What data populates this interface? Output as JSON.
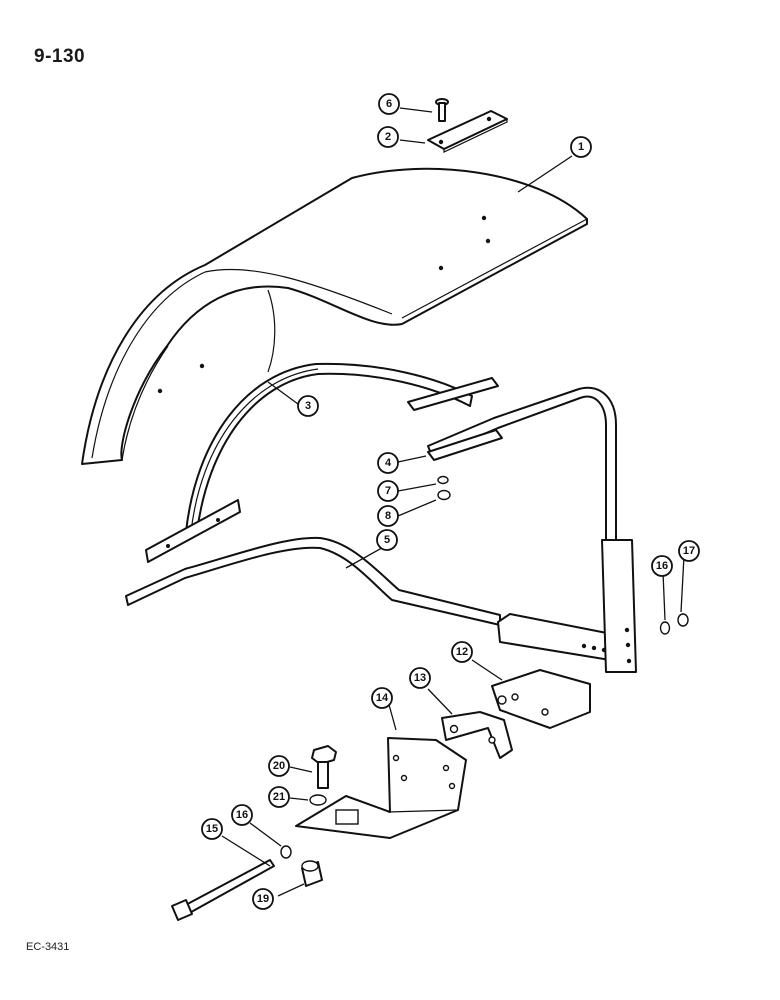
{
  "page_number": "9-130",
  "figure_code": "EC-3431",
  "callouts": [
    {
      "id": "c1",
      "label": "1"
    },
    {
      "id": "c2",
      "label": "2"
    },
    {
      "id": "c3",
      "label": "3"
    },
    {
      "id": "c4",
      "label": "4"
    },
    {
      "id": "c5",
      "label": "5"
    },
    {
      "id": "c6",
      "label": "6"
    },
    {
      "id": "c7",
      "label": "7"
    },
    {
      "id": "c8",
      "label": "8"
    },
    {
      "id": "c12",
      "label": "12"
    },
    {
      "id": "c13",
      "label": "13"
    },
    {
      "id": "c14",
      "label": "14"
    },
    {
      "id": "c15",
      "label": "15"
    },
    {
      "id": "c16a",
      "label": "16"
    },
    {
      "id": "c16b",
      "label": "16"
    },
    {
      "id": "c17",
      "label": "17"
    },
    {
      "id": "c19",
      "label": "19"
    },
    {
      "id": "c20",
      "label": "20"
    },
    {
      "id": "c21",
      "label": "21"
    }
  ]
}
